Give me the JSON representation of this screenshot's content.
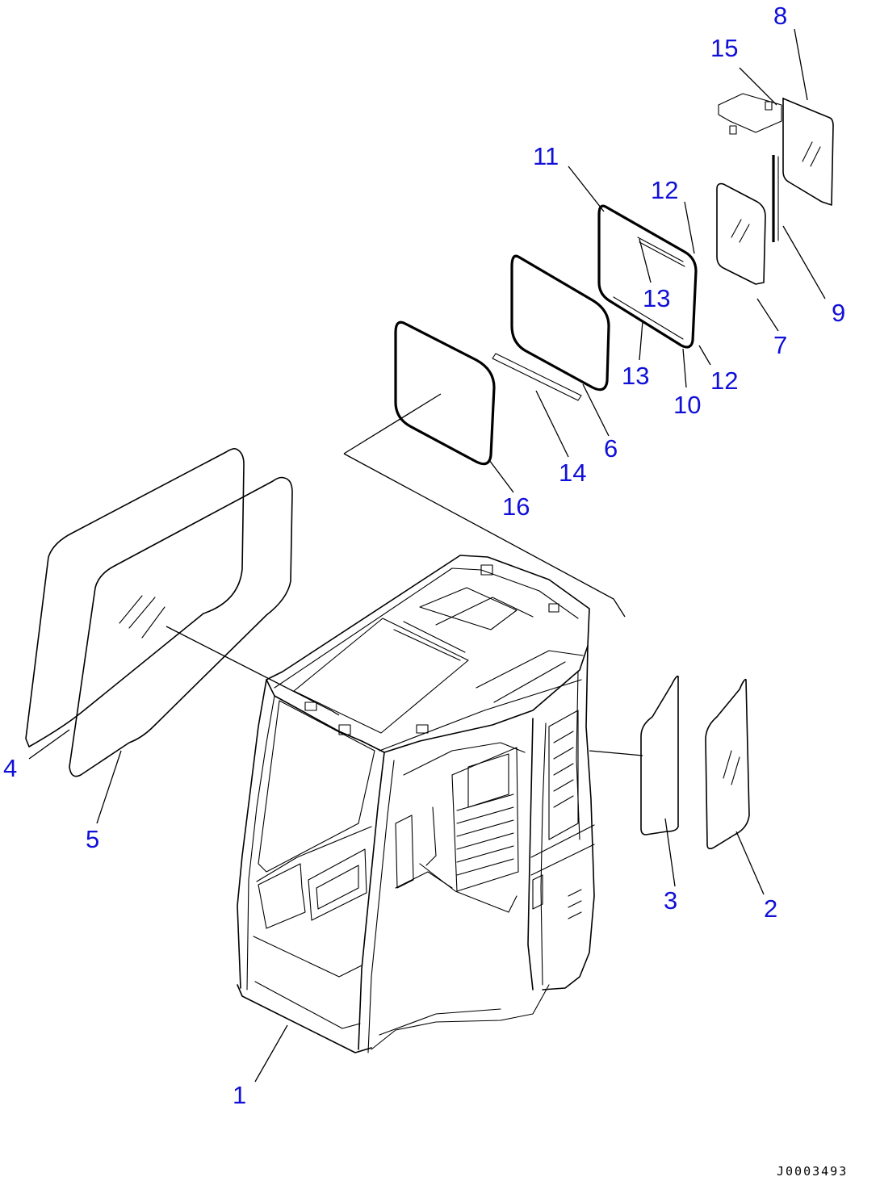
{
  "diagram": {
    "drawing_code": "J0003493",
    "callouts": [
      {
        "id": "c1",
        "label": "1"
      },
      {
        "id": "c2",
        "label": "2"
      },
      {
        "id": "c3",
        "label": "3"
      },
      {
        "id": "c4",
        "label": "4"
      },
      {
        "id": "c5",
        "label": "5"
      },
      {
        "id": "c6",
        "label": "6"
      },
      {
        "id": "c7",
        "label": "7"
      },
      {
        "id": "c8",
        "label": "8"
      },
      {
        "id": "c9",
        "label": "9"
      },
      {
        "id": "c10",
        "label": "10"
      },
      {
        "id": "c11",
        "label": "11"
      },
      {
        "id": "c12a",
        "label": "12"
      },
      {
        "id": "c12b",
        "label": "12"
      },
      {
        "id": "c13a",
        "label": "13"
      },
      {
        "id": "c13b",
        "label": "13"
      },
      {
        "id": "c14",
        "label": "14"
      },
      {
        "id": "c15",
        "label": "15"
      },
      {
        "id": "c16",
        "label": "16"
      }
    ],
    "colors": {
      "callout": "#1010d8",
      "line": "#000000",
      "background": "#ffffff"
    }
  }
}
